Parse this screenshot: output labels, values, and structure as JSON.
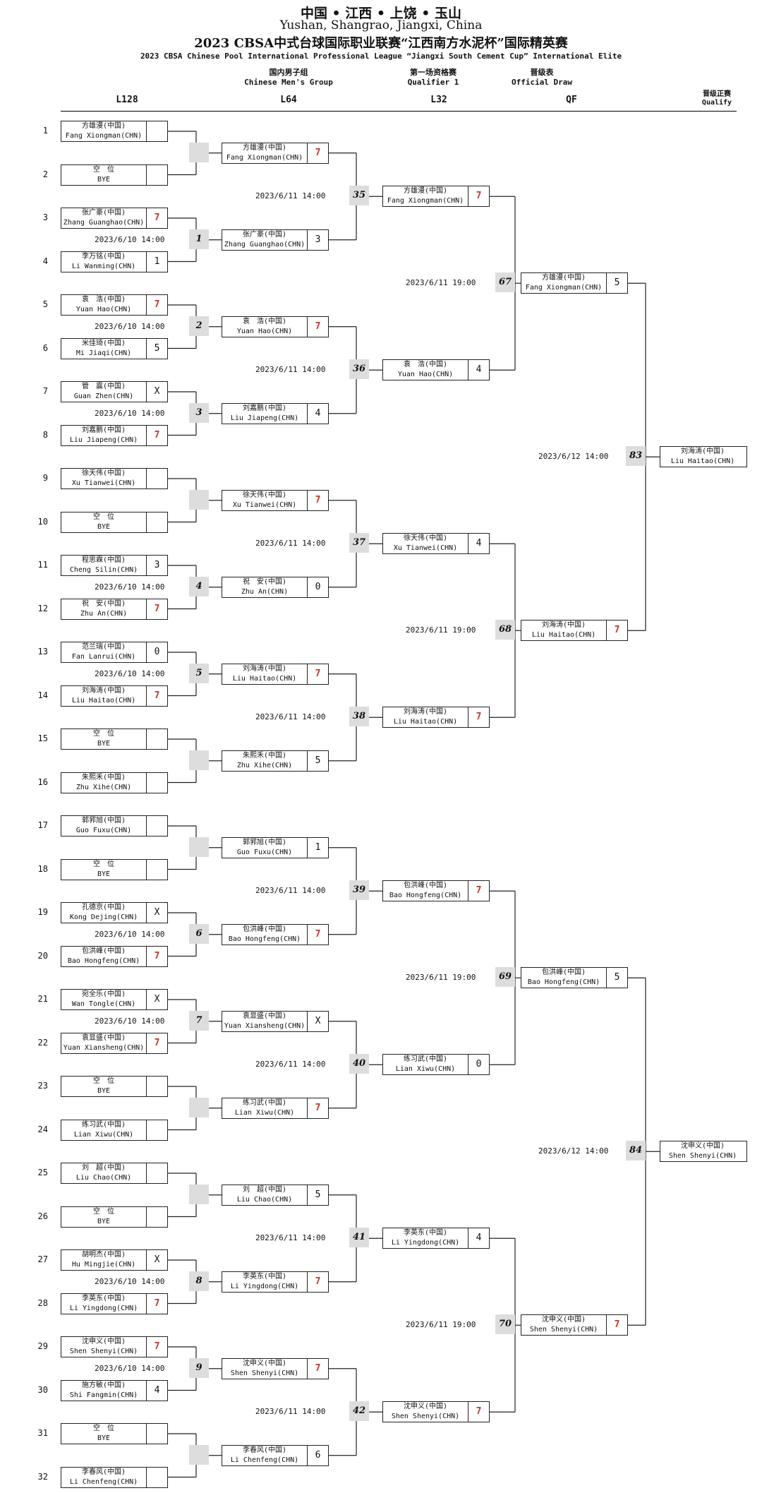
{
  "header": {
    "location_cn": "中国 • 江西 • 上饶 • 玉山",
    "location_en": "Yushan, Shangrao, Jiangxi, China",
    "title_cn": "2023 CBSA中式台球国际职业联赛“江西南方水泥杯”国际精英赛",
    "title_en": "2023 CBSA Chinese Pool International Professional League “Jiangxi South Cement Cup” International Elite"
  },
  "subheaders": {
    "group_cn": "国内男子组",
    "group_en": "Chinese Men's Group",
    "stage_cn": "第一场资格赛",
    "stage_en": "Qualifier 1",
    "draw_cn": "晋级表",
    "draw_en": "Official Draw"
  },
  "columns": {
    "r128": "L128",
    "r64": "L64",
    "r32": "L32",
    "qf": "QF",
    "qualify_cn": "晋级正赛",
    "qualify_en": "Qualify"
  },
  "r128": [
    {
      "num": "1",
      "cn": "方雄漫(中国)",
      "en": "Fang Xiongman(CHN)",
      "score": ""
    },
    {
      "num": "2",
      "cn": "空　位",
      "en": "BYE",
      "score": ""
    },
    {
      "num": "3",
      "cn": "张广豪(中国)",
      "en": "Zhang Guanghao(CHN)",
      "score": "7"
    },
    {
      "num": "4",
      "cn": "李万铭(中国)",
      "en": "Li Wanming(CHN)",
      "score": "1"
    },
    {
      "num": "5",
      "cn": "袁　浩(中国)",
      "en": "Yuan Hao(CHN)",
      "score": "7"
    },
    {
      "num": "6",
      "cn": "米佳琦(中国)",
      "en": "Mi Jiaqi(CHN)",
      "score": "5"
    },
    {
      "num": "7",
      "cn": "管　震(中国)",
      "en": "Guan Zhen(CHN)",
      "score": "X"
    },
    {
      "num": "8",
      "cn": "刘嘉鹏(中国)",
      "en": "Liu Jiapeng(CHN)",
      "score": "7"
    },
    {
      "num": "9",
      "cn": "徐天伟(中国)",
      "en": "Xu Tianwei(CHN)",
      "score": ""
    },
    {
      "num": "10",
      "cn": "空　位",
      "en": "BYE",
      "score": ""
    },
    {
      "num": "11",
      "cn": "程思霖(中国)",
      "en": "Cheng Silin(CHN)",
      "score": "3"
    },
    {
      "num": "12",
      "cn": "祝　安(中国)",
      "en": "Zhu An(CHN)",
      "score": "7"
    },
    {
      "num": "13",
      "cn": "范兰瑞(中国)",
      "en": "Fan Lanrui(CHN)",
      "score": "0"
    },
    {
      "num": "14",
      "cn": "刘海涛(中国)",
      "en": "Liu Haitao(CHN)",
      "score": "7"
    },
    {
      "num": "15",
      "cn": "空　位",
      "en": "BYE",
      "score": ""
    },
    {
      "num": "16",
      "cn": "朱熙禾(中国)",
      "en": "Zhu Xihe(CHN)",
      "score": ""
    },
    {
      "num": "17",
      "cn": "郭郛旭(中国)",
      "en": "Guo Fuxu(CHN)",
      "score": ""
    },
    {
      "num": "18",
      "cn": "空　位",
      "en": "BYE",
      "score": ""
    },
    {
      "num": "19",
      "cn": "孔德京(中国)",
      "en": "Kong Dejing(CHN)",
      "score": "X"
    },
    {
      "num": "20",
      "cn": "包洪峰(中国)",
      "en": "Bao Hongfeng(CHN)",
      "score": "7"
    },
    {
      "num": "21",
      "cn": "宛全乐(中国)",
      "en": "Wan Tongle(CHN)",
      "score": "X"
    },
    {
      "num": "22",
      "cn": "袁显盛(中国)",
      "en": "Yuan Xiansheng(CHN)",
      "score": "7"
    },
    {
      "num": "23",
      "cn": "空　位",
      "en": "BYE",
      "score": ""
    },
    {
      "num": "24",
      "cn": "练习武(中国)",
      "en": "Lian Xiwu(CHN)",
      "score": ""
    },
    {
      "num": "25",
      "cn": "刘　超(中国)",
      "en": "Liu Chao(CHN)",
      "score": ""
    },
    {
      "num": "26",
      "cn": "空　位",
      "en": "BYE",
      "score": ""
    },
    {
      "num": "27",
      "cn": "胡明杰(中国)",
      "en": "Hu Mingjie(CHN)",
      "score": "X"
    },
    {
      "num": "28",
      "cn": "李英东(中国)",
      "en": "Li Yingdong(CHN)",
      "score": "7"
    },
    {
      "num": "29",
      "cn": "沈申义(中国)",
      "en": "Shen Shenyi(CHN)",
      "score": "7"
    },
    {
      "num": "30",
      "cn": "施方敏(中国)",
      "en": "Shi Fangmin(CHN)",
      "score": "4"
    },
    {
      "num": "31",
      "cn": "空　位",
      "en": "BYE",
      "score": ""
    },
    {
      "num": "32",
      "cn": "李春风(中国)",
      "en": "Li Chenfeng(CHN)",
      "score": ""
    }
  ],
  "r128_matches": [
    {
      "num": "",
      "time": ""
    },
    {
      "num": "1",
      "time": "2023/6/10 14:00"
    },
    {
      "num": "2",
      "time": "2023/6/10 14:00"
    },
    {
      "num": "3",
      "time": "2023/6/10 14:00"
    },
    {
      "num": "",
      "time": ""
    },
    {
      "num": "4",
      "time": "2023/6/10 14:00"
    },
    {
      "num": "5",
      "time": "2023/6/10 14:00"
    },
    {
      "num": "",
      "time": ""
    },
    {
      "num": "",
      "time": ""
    },
    {
      "num": "6",
      "time": "2023/6/10 14:00"
    },
    {
      "num": "7",
      "time": "2023/6/10 14:00"
    },
    {
      "num": "",
      "time": ""
    },
    {
      "num": "",
      "time": ""
    },
    {
      "num": "8",
      "time": "2023/6/10 14:00"
    },
    {
      "num": "9",
      "time": "2023/6/10 14:00"
    },
    {
      "num": "",
      "time": ""
    }
  ],
  "r64": [
    {
      "cn": "方雄漫(中国)",
      "en": "Fang Xiongman(CHN)",
      "score": "7"
    },
    {
      "cn": "张广豪(中国)",
      "en": "Zhang Guanghao(CHN)",
      "score": "3"
    },
    {
      "cn": "袁　浩(中国)",
      "en": "Yuan Hao(CHN)",
      "score": "7"
    },
    {
      "cn": "刘嘉鹏(中国)",
      "en": "Liu Jiapeng(CHN)",
      "score": "4"
    },
    {
      "cn": "徐天伟(中国)",
      "en": "Xu Tianwei(CHN)",
      "score": "7"
    },
    {
      "cn": "祝　安(中国)",
      "en": "Zhu An(CHN)",
      "score": "0"
    },
    {
      "cn": "刘海涛(中国)",
      "en": "Liu Haitao(CHN)",
      "score": "7"
    },
    {
      "cn": "朱熙禾(中国)",
      "en": "Zhu Xihe(CHN)",
      "score": "5"
    },
    {
      "cn": "郭郛旭(中国)",
      "en": "Guo Fuxu(CHN)",
      "score": "1"
    },
    {
      "cn": "包洪峰(中国)",
      "en": "Bao Hongfeng(CHN)",
      "score": "7"
    },
    {
      "cn": "袁显盛(中国)",
      "en": "Yuan Xiansheng(CHN)",
      "score": "X"
    },
    {
      "cn": "练习武(中国)",
      "en": "Lian Xiwu(CHN)",
      "score": "7"
    },
    {
      "cn": "刘　超(中国)",
      "en": "Liu Chao(CHN)",
      "score": "5"
    },
    {
      "cn": "李英东(中国)",
      "en": "Li Yingdong(CHN)",
      "score": "7"
    },
    {
      "cn": "沈申义(中国)",
      "en": "Shen Shenyi(CHN)",
      "score": "7"
    },
    {
      "cn": "李春风(中国)",
      "en": "Li Chenfeng(CHN)",
      "score": "6"
    }
  ],
  "r64_matches": [
    {
      "num": "35",
      "time": "2023/6/11 14:00"
    },
    {
      "num": "36",
      "time": "2023/6/11 14:00"
    },
    {
      "num": "37",
      "time": "2023/6/11 14:00"
    },
    {
      "num": "38",
      "time": "2023/6/11 14:00"
    },
    {
      "num": "39",
      "time": "2023/6/11 14:00"
    },
    {
      "num": "40",
      "time": "2023/6/11 14:00"
    },
    {
      "num": "41",
      "time": "2023/6/11 14:00"
    },
    {
      "num": "42",
      "time": "2023/6/11 14:00"
    }
  ],
  "r32": [
    {
      "cn": "方雄漫(中国)",
      "en": "Fang Xiongman(CHN)",
      "score": "7"
    },
    {
      "cn": "袁　浩(中国)",
      "en": "Yuan Hao(CHN)",
      "score": "4"
    },
    {
      "cn": "徐天伟(中国)",
      "en": "Xu Tianwei(CHN)",
      "score": "4"
    },
    {
      "cn": "刘海涛(中国)",
      "en": "Liu Haitao(CHN)",
      "score": "7"
    },
    {
      "cn": "包洪峰(中国)",
      "en": "Bao Hongfeng(CHN)",
      "score": "7"
    },
    {
      "cn": "练习武(中国)",
      "en": "Lian Xiwu(CHN)",
      "score": "0"
    },
    {
      "cn": "李英东(中国)",
      "en": "Li Yingdong(CHN)",
      "score": "4"
    },
    {
      "cn": "沈申义(中国)",
      "en": "Shen Shenyi(CHN)",
      "score": "7"
    }
  ],
  "r32_matches": [
    {
      "num": "67",
      "time": "2023/6/11 19:00"
    },
    {
      "num": "68",
      "time": "2023/6/11 19:00"
    },
    {
      "num": "69",
      "time": "2023/6/11 19:00"
    },
    {
      "num": "70",
      "time": "2023/6/11 19:00"
    }
  ],
  "qf": [
    {
      "cn": "方雄漫(中国)",
      "en": "Fang Xiongman(CHN)",
      "score": "5"
    },
    {
      "cn": "刘海涛(中国)",
      "en": "Liu Haitao(CHN)",
      "score": "7"
    },
    {
      "cn": "包洪峰(中国)",
      "en": "Bao Hongfeng(CHN)",
      "score": "5"
    },
    {
      "cn": "沈申义(中国)",
      "en": "Shen Shenyi(CHN)",
      "score": "7"
    }
  ],
  "qf_matches": [
    {
      "num": "83",
      "time": "2023/6/12 14:00"
    },
    {
      "num": "84",
      "time": "2023/6/12 14:00"
    }
  ],
  "qualify": [
    {
      "cn": "刘海涛(中国)",
      "en": "Liu Haitao(CHN)"
    },
    {
      "cn": "沈申义(中国)",
      "en": "Shen Shenyi(CHN)"
    }
  ],
  "colors": {
    "win_score": "#c0392b",
    "match_bg": "#dddddd"
  }
}
